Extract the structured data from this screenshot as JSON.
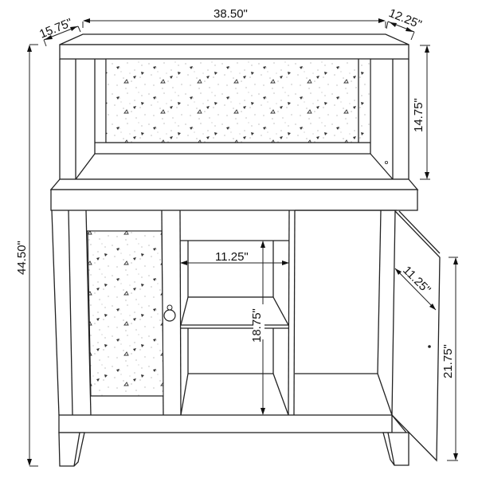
{
  "diagram": {
    "type": "furniture-dimension-drawing",
    "subject": "cabinet with open hutch, glitter panel door, open shelf section and open side door",
    "colors": {
      "line": "#222222",
      "background": "#ffffff",
      "speckle": "#999999"
    },
    "dimensions": {
      "top_width": "38.50\"",
      "top_depth_left": "15.75\"",
      "top_depth_right": "12.25\"",
      "hutch_height": "14.75\"",
      "overall_height": "44.50\"",
      "shelf_width": "11.25\"",
      "shelf_height": "18.75\"",
      "door_depth": "11.25\"",
      "door_height": "21.75\""
    },
    "components": [
      "hutch-top",
      "hutch-glitter-back-panel",
      "hutch-shelf-base",
      "counter-top",
      "left-glitter-door",
      "door-knob",
      "center-open-shelf",
      "right-open-door",
      "base-rail",
      "legs"
    ]
  }
}
